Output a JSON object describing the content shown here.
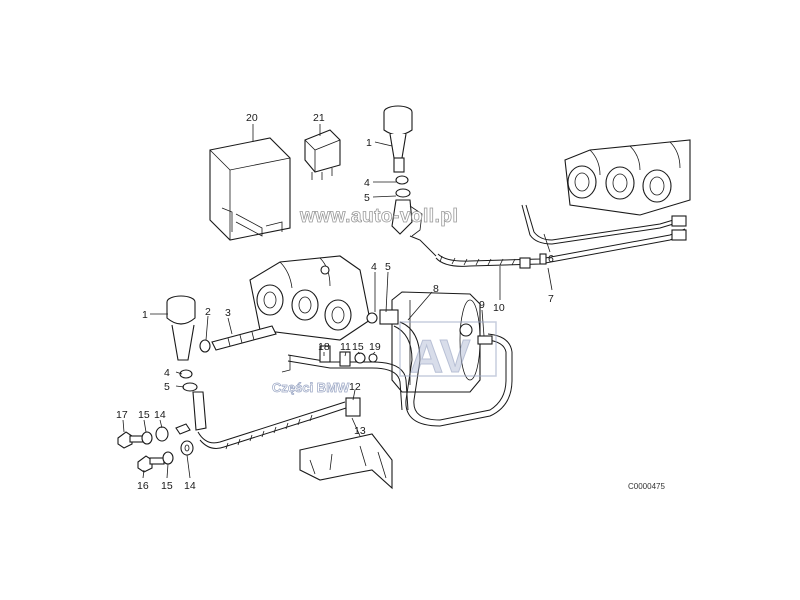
{
  "callouts": {
    "n1a": "1",
    "n1b": "1",
    "n2": "2",
    "n3": "3",
    "n4a": "4",
    "n4b": "4",
    "n4c": "4",
    "n5a": "5",
    "n5b": "5",
    "n5c": "5",
    "n6": "6",
    "n7": "7",
    "n8": "8",
    "n9": "9",
    "n10": "10",
    "n11": "11",
    "n12": "12",
    "n13": "13",
    "n14a": "14",
    "n14b": "14",
    "n15a": "15",
    "n15b": "15",
    "n15c": "15",
    "n16": "16",
    "n17": "17",
    "n18": "18",
    "n19": "19",
    "n20": "20",
    "n21": "21"
  },
  "watermark": {
    "site": "www.auto-voll.pl",
    "brand": "Części BMW",
    "logo_letters": "AV",
    "color": "#9aa6c4"
  },
  "diagram_code": "C0000475"
}
